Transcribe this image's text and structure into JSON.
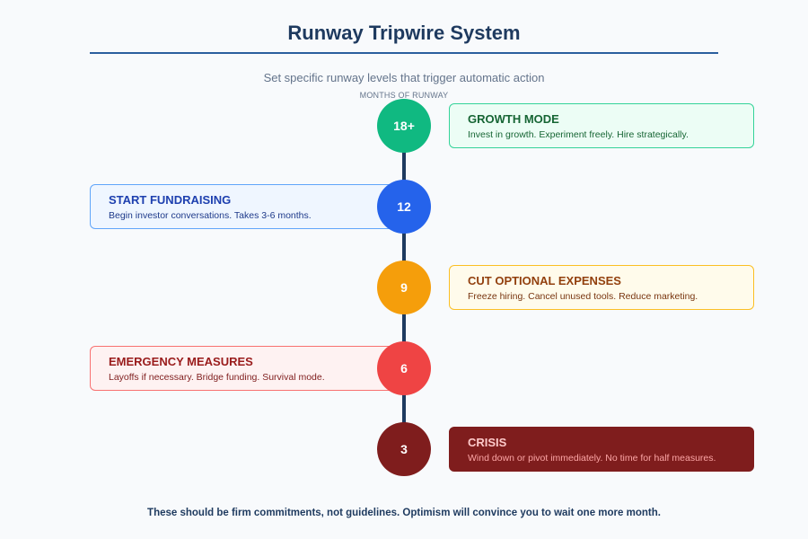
{
  "header": {
    "title": "Runway Tripwire System",
    "subtitle": "Set specific runway levels that trigger automatic action",
    "axis_label": "MONTHS OF RUNWAY"
  },
  "tripwires": [
    {
      "months": "18+",
      "title": "GROWTH MODE",
      "description": "Invest in growth. Experiment freely. Hire strategically.",
      "side": "right",
      "colors": {
        "node": "#10b981",
        "card_bg": "#ecfdf5",
        "card_border": "#34d399",
        "title": "#166534",
        "desc": "#166534"
      }
    },
    {
      "months": "12",
      "title": "START FUNDRAISING",
      "description": "Begin investor conversations. Takes 3-6 months.",
      "side": "left",
      "colors": {
        "node": "#2563eb",
        "card_bg": "#eff6ff",
        "card_border": "#60a5fa",
        "title": "#1e40af",
        "desc": "#1e3a8a"
      }
    },
    {
      "months": "9",
      "title": "CUT OPTIONAL EXPENSES",
      "description": "Freeze hiring. Cancel unused tools. Reduce marketing.",
      "side": "right",
      "colors": {
        "node": "#f59e0b",
        "card_bg": "#fffbeb",
        "card_border": "#fbbf24",
        "title": "#92400e",
        "desc": "#78350f"
      }
    },
    {
      "months": "6",
      "title": "EMERGENCY MEASURES",
      "description": "Layoffs if necessary. Bridge funding. Survival mode.",
      "side": "left",
      "colors": {
        "node": "#ef4444",
        "card_bg": "#fef2f2",
        "card_border": "#f87171",
        "title": "#991b1b",
        "desc": "#7f1d1d"
      }
    },
    {
      "months": "3",
      "title": "CRISIS",
      "description": "Wind down or pivot immediately. No time for half measures.",
      "side": "right",
      "colors": {
        "node": "#7f1d1d",
        "card_bg": "#7f1d1d",
        "card_border": "#7f1d1d",
        "title": "#fecaca",
        "desc": "#fca5a5"
      }
    }
  ],
  "footer": "These should be firm commitments, not guidelines. Optimism will convince you to wait one more month."
}
